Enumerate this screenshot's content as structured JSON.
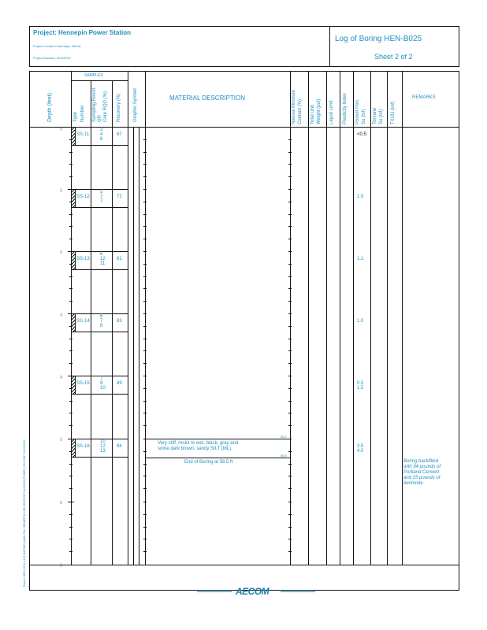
{
  "header": {
    "project": "Project: Hennepin Power Station",
    "location_label": "Project Location:",
    "location_value": "Hennepin, Illinois",
    "number_label": "Project Number:",
    "number_value": "60405752",
    "log_title": "Log of Boring HEN-B025",
    "sheet": "Sheet 2 of 2"
  },
  "columns": {
    "depth": "Depth (feet)",
    "samples": "SAMPLES",
    "type": "Type",
    "number": "Number",
    "sampling_resist": "Sampling Resist.",
    "or": "OR",
    "core_rqd": "Core RQD (%)",
    "recovery": "Recovery (%)",
    "graphic_symbol": "Graphic Symbol",
    "material": "MATERIAL DESCRIPTION",
    "moisture": "Natural Moisture",
    "moisture2": "Content (%)",
    "unit_weight": "Total Unit",
    "unit_weight2": "Weight (pcf)",
    "liquid_limit": "Liquid Limit",
    "plasticity": "Plasticity Index",
    "pocket_pen": "Pocket Pen.",
    "pocket_pen2": "Su (tsf)",
    "torvane": "Torvane",
    "torvane2": "Su (tsf)",
    "txuu": "TXUU (ksf)",
    "remarks": "REMARKS"
  },
  "depth_labels": [
    "25",
    "30",
    "35",
    "40",
    "45",
    "50",
    "55",
    "60"
  ],
  "samples": [
    {
      "id": "SS-11",
      "blows": [
        "3",
        "4",
        "6"
      ],
      "recovery": "67",
      "pocket": [
        "<0.5"
      ]
    },
    {
      "id": "SS-12",
      "blows": [
        "5",
        "7",
        "7"
      ],
      "recovery": "72",
      "pocket": [
        "1.0"
      ]
    },
    {
      "id": "SS-13",
      "blows": [
        "6",
        "12",
        "11"
      ],
      "recovery": "61",
      "pocket": [
        "1.1"
      ]
    },
    {
      "id": "SS-14",
      "blows": [
        "6",
        "7",
        "8"
      ],
      "recovery": "83",
      "pocket": [
        "1.0"
      ]
    },
    {
      "id": "SS-15",
      "blows": [
        "7",
        "8",
        "10"
      ],
      "recovery": "89",
      "pocket": [
        "0.5",
        "1.5"
      ]
    },
    {
      "id": "SS-16",
      "blows": [
        "10",
        "12",
        "13"
      ],
      "recovery": "94",
      "pocket": [
        "3.5",
        "4.0"
      ]
    }
  ],
  "material": {
    "layer_text_1": "Very stiff, moist to wet, black, gray and",
    "layer_text_2": "some dark brown, sandy SILT (ML).",
    "end_text": "End of Boring at 56.5 ft",
    "elev_top": "55.0",
    "elev_bottom": "56.5"
  },
  "remarks_lines": [
    "Boring backfilled",
    "with 94 pounds of",
    "Portland Cement",
    "and 25 pounds of",
    "bentonite"
  ],
  "side_note": "Report: GEO_2014_LOG_BORING_MAIN  File: HENNEPIN_HEN_B025.GPJ  ILLINOIS_POWER_2016.GDT  10/23/2016",
  "footer_logo": "AECOM"
}
